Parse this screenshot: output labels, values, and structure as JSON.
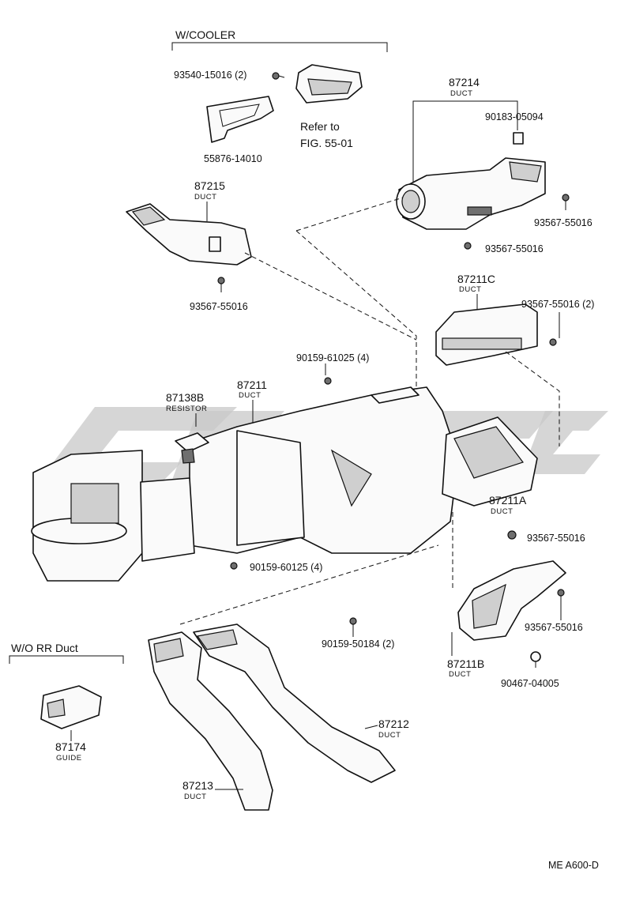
{
  "headers": {
    "w_cooler": "W/COOLER",
    "wo_rr_duct": "W/O  RR  Duct"
  },
  "parts": {
    "p93540": "93540-15016 (2)",
    "p55876": "55876-14010",
    "refer_line1": "Refer to",
    "refer_line2": "FIG. 55-01",
    "p87214": "87214",
    "p87214_sub": "DUCT",
    "p90183": "90183-05094",
    "p93567_a": "93567-55016",
    "p93567_b": "93567-55016",
    "p87215": "87215",
    "p87215_sub": "DUCT",
    "p93567_c": "93567-55016",
    "p87211C": "87211C",
    "p87211C_sub": "DUCT",
    "p93567_d": "93567-55016 (2)",
    "p90159_61025": "90159-61025 (4)",
    "p87211": "87211",
    "p87211_sub": "DUCT",
    "p87138B": "87138B",
    "p87138B_sub": "RESISTOR",
    "p87211A": "87211A",
    "p87211A_sub": "DUCT",
    "p93567_e": "93567-55016",
    "p90159_60125": "90159-60125 (4)",
    "p90159_50184": "90159-50184 (2)",
    "p93567_f": "93567-55016",
    "p87211B": "87211B",
    "p87211B_sub": "DUCT",
    "p90467": "90467-04005",
    "p87212": "87212",
    "p87212_sub": "DUCT",
    "p87174": "87174",
    "p87174_sub": "GUIDE",
    "p87213": "87213",
    "p87213_sub": "DUCT"
  },
  "footer": {
    "code": "ME   A600-D"
  }
}
